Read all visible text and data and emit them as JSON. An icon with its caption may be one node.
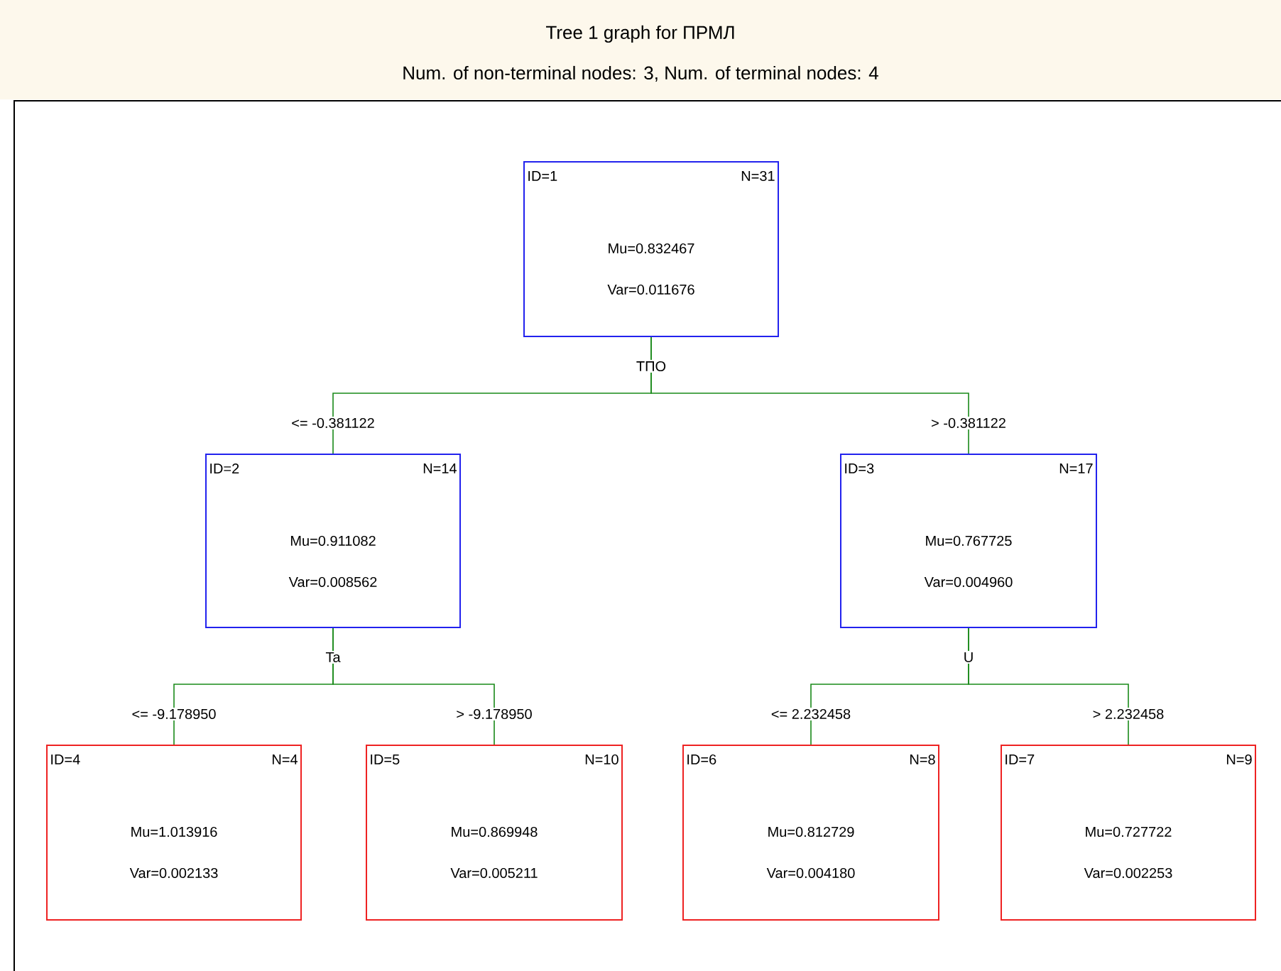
{
  "diagram": {
    "title": "Tree 1 graph for ПРМЛ",
    "nodes": [
      {
        "text": [
          "ID=1",
          "N=31",
          "Mu=0.832467",
          "Var=0.011676"
        ],
        "beside": [
          "ТПО"
        ]
      },
      {
        "text": [
          "ID=2",
          "N=14",
          "Mu=0.911082",
          "Var=0.008562"
        ],
        "beside": [
          "Ta"
        ]
      },
      {
        "text": [
          "ID=3",
          "N=17",
          "Mu=0.767725",
          "Var=0.004960"
        ],
        "beside": [
          "U"
        ]
      },
      {
        "text": [
          "ID=4",
          "N=4",
          "Mu=1.013916",
          "Var=0.002133"
        ]
      },
      {
        "text": [
          "ID=5",
          "N=10",
          "Mu=0.869948",
          "Var=0.005211"
        ]
      },
      {
        "text": [
          "ID=6",
          "N=8",
          "Mu=0.812729",
          "Var=0.004180"
        ]
      },
      {
        "text": [
          "ID=7",
          "N=9",
          "Mu=0.727722",
          "Var=0.002253"
        ]
      }
    ],
    "edges": [
      {
        "from": 0,
        "to": 1,
        "arrow": "none",
        "label": "<= -0.381122"
      },
      {
        "from": 0,
        "to": 2,
        "arrow": "none",
        "label": "> -0.381122"
      },
      {
        "from": 1,
        "to": 3,
        "arrow": "none",
        "label": "<= -9.178950"
      },
      {
        "from": 1,
        "to": 4,
        "arrow": "none",
        "label": "> -9.178950"
      },
      {
        "from": 2,
        "to": 5,
        "arrow": "none",
        "label": "<= 2.232458"
      },
      {
        "from": 2,
        "to": 6,
        "arrow": "none",
        "label": "> 2.232458"
      }
    ],
    "labels": [
      "Num. of non-terminal nodes: 3,  Num. of terminal nodes: 4"
    ]
  }
}
